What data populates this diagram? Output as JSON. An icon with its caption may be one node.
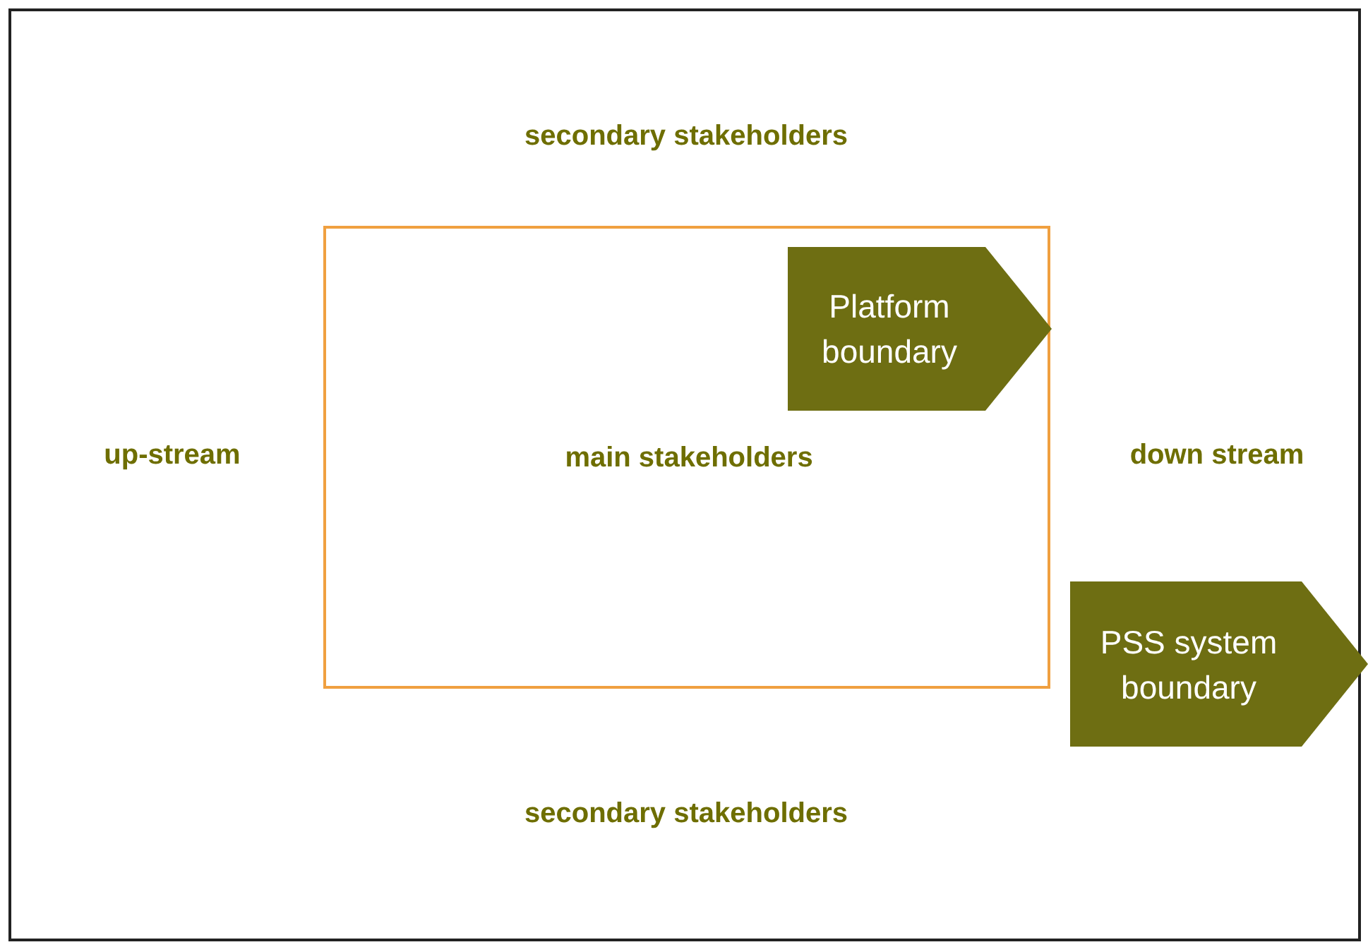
{
  "diagram": {
    "nodes": [
      {
        "text": [
          "main stakeholders"
        ]
      },
      {
        "text": [
          "Platform boundary"
        ],
        "in": 0
      },
      {
        "text": [
          "PSS system boundary"
        ]
      }
    ],
    "edges": [],
    "labels": [
      "secondary stakeholders",
      "up-stream",
      "down stream",
      "secondary stakeholders"
    ]
  }
}
